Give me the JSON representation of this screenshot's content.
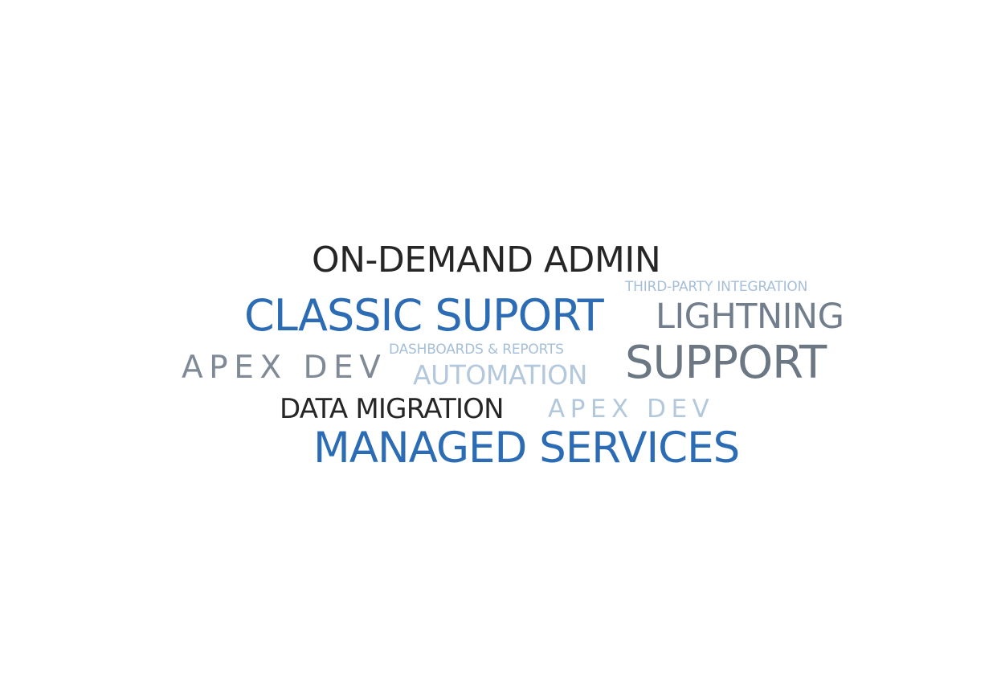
{
  "words": [
    {
      "text": "ON-DEMAND ADMIN",
      "color": "#262626"
    },
    {
      "text": "THIRD-PARTY INTEGRATION",
      "color": "#a6bfd8"
    },
    {
      "text": "CLASSIC SUPORT",
      "color": "#2b6cb4"
    },
    {
      "text": "LIGHTNING",
      "color": "#727e8c"
    },
    {
      "text": "APEX DEV",
      "color": "#7f8a96"
    },
    {
      "text": "DASHBOARDS & REPORTS",
      "color": "#a6bfd8"
    },
    {
      "text": "AUTOMATION",
      "color": "#b3c8dc"
    },
    {
      "text": "SUPPORT",
      "color": "#6c7784"
    },
    {
      "text": "DATA MIGRATION",
      "color": "#262626"
    },
    {
      "text": "APEX DEV",
      "color": "#b3c8dc"
    },
    {
      "text": "MANAGED SERVICES",
      "color": "#2b6cb4"
    }
  ]
}
